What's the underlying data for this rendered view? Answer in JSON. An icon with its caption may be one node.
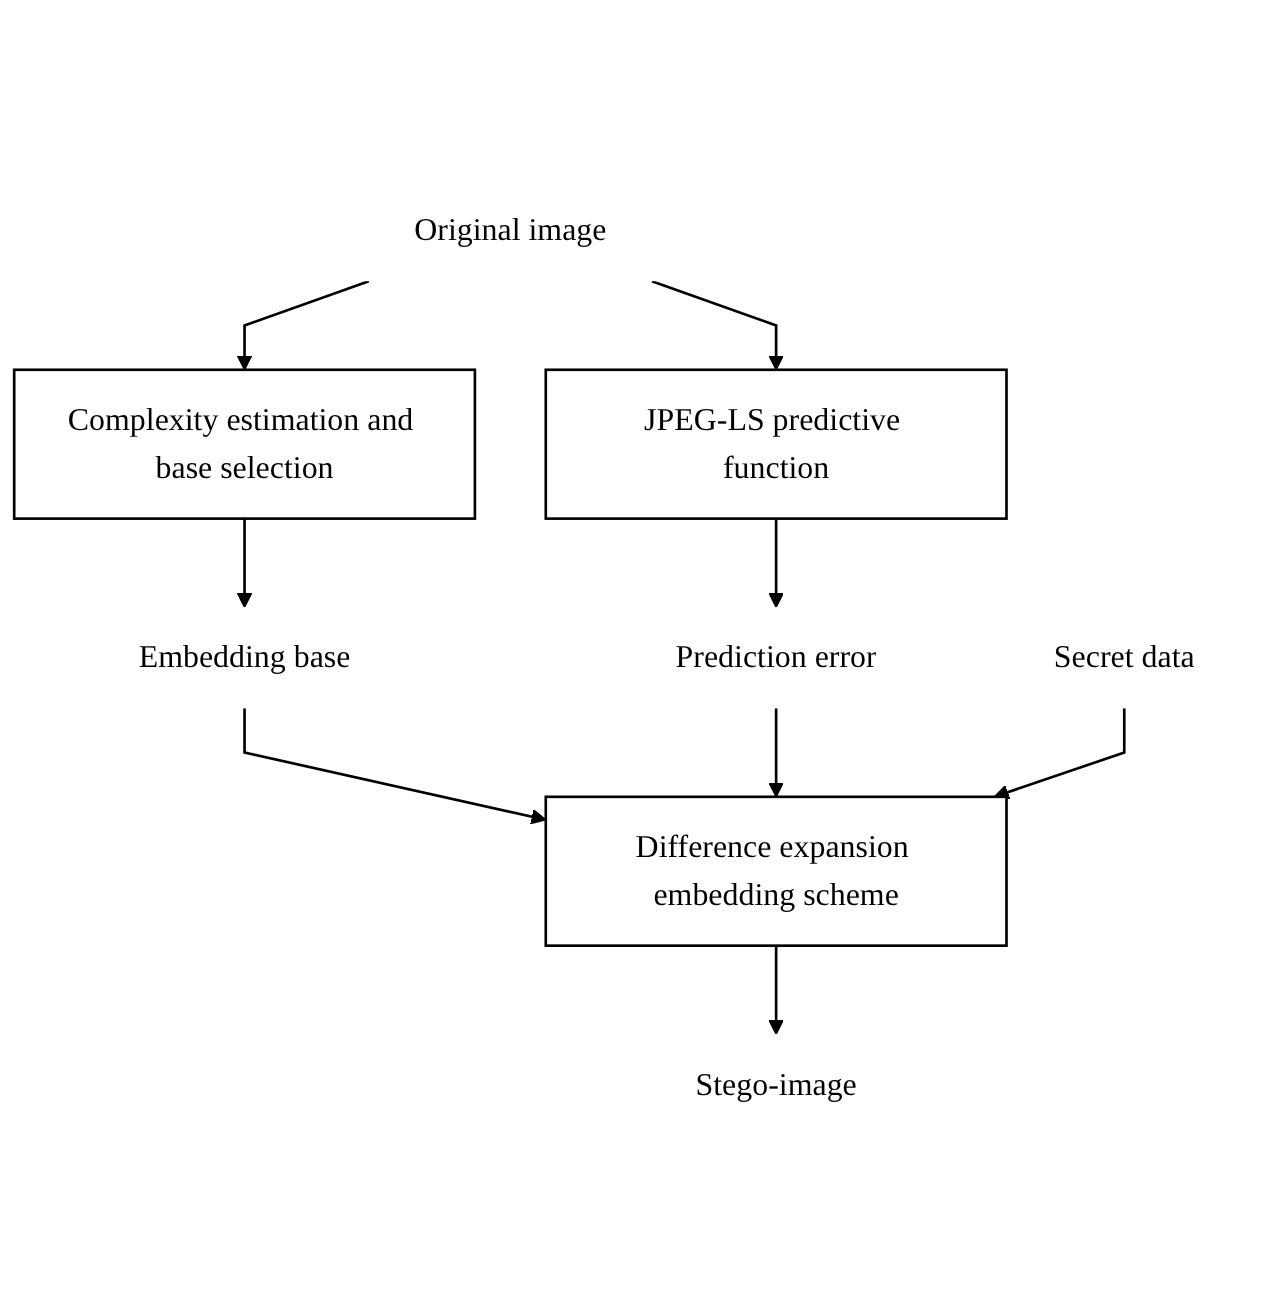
{
  "diagram": {
    "nodes": [
      {
        "text": [
          "Original image"
        ]
      },
      {
        "text": [
          "Complexity estimation and base selection"
        ]
      },
      {
        "text": [
          "JPEG-LS predictive function"
        ]
      },
      {
        "text": [
          "Embedding base"
        ]
      },
      {
        "text": [
          "Prediction error"
        ]
      },
      {
        "text": [
          "Difference expansion embedding scheme"
        ]
      },
      {
        "text": [
          "Secret data"
        ]
      },
      {
        "text": [
          "Stego-image"
        ]
      }
    ],
    "edges": [
      {
        "from": 0,
        "to": 1,
        "arrow": "to"
      },
      {
        "from": 0,
        "to": 2,
        "arrow": "to"
      },
      {
        "from": 1,
        "to": 3,
        "arrow": "to"
      },
      {
        "from": 2,
        "to": 4,
        "arrow": "to"
      },
      {
        "from": 3,
        "to": 5,
        "arrow": "to"
      },
      {
        "from": 4,
        "to": 5,
        "arrow": "to"
      },
      {
        "from": 6,
        "to": 5,
        "arrow": "to"
      },
      {
        "from": 5,
        "to": 7,
        "arrow": "to"
      }
    ]
  }
}
